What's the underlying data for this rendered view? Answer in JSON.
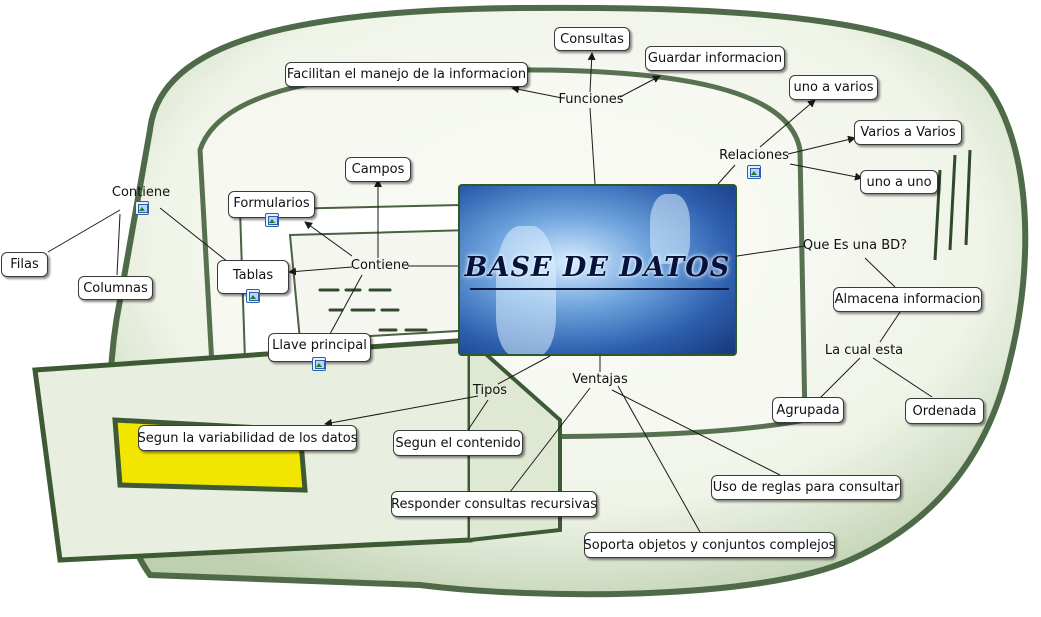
{
  "center": {
    "title": "BASE DE DATOS"
  },
  "nodes": {
    "consultas": "Consultas",
    "guardar": "Guardar informacion",
    "facilitan": "Facilitan el manejo de la informacion",
    "uno_varios": "uno a varios",
    "varios_varios": "Varios a Varios",
    "uno_uno": "uno a uno",
    "campos": "Campos",
    "formularios": "Formularios",
    "filas": "Filas",
    "columnas": "Columnas",
    "tablas": "Tablas",
    "llave": "Llave principal",
    "almacena": "Almacena informacion",
    "agrupada": "Agrupada",
    "ordenada": "Ordenada",
    "variabilidad": "Segun la variabilidad de los datos",
    "contenido": "Segun el contenido",
    "recursivas": "Responder consultas recursivas",
    "reglas": "Uso de reglas para consultar",
    "soporta": "Soporta objetos y conjuntos complejos"
  },
  "phrases": {
    "funciones": "Funciones",
    "relaciones": "Relaciones",
    "contiene_top": "Contiene",
    "contiene_mid": "Contiene",
    "que_es": "Que Es una BD?",
    "la_cual": "La cual esta",
    "tipos": "Tipos",
    "ventajas": "Ventajas"
  },
  "colors": {
    "link": "#1a1a1a",
    "node_border": "#3a3a3a",
    "drawing_ink": "#2f4a2a",
    "drawing_fill": "#c9d9b8",
    "drawer_yellow": "#f2e600"
  }
}
